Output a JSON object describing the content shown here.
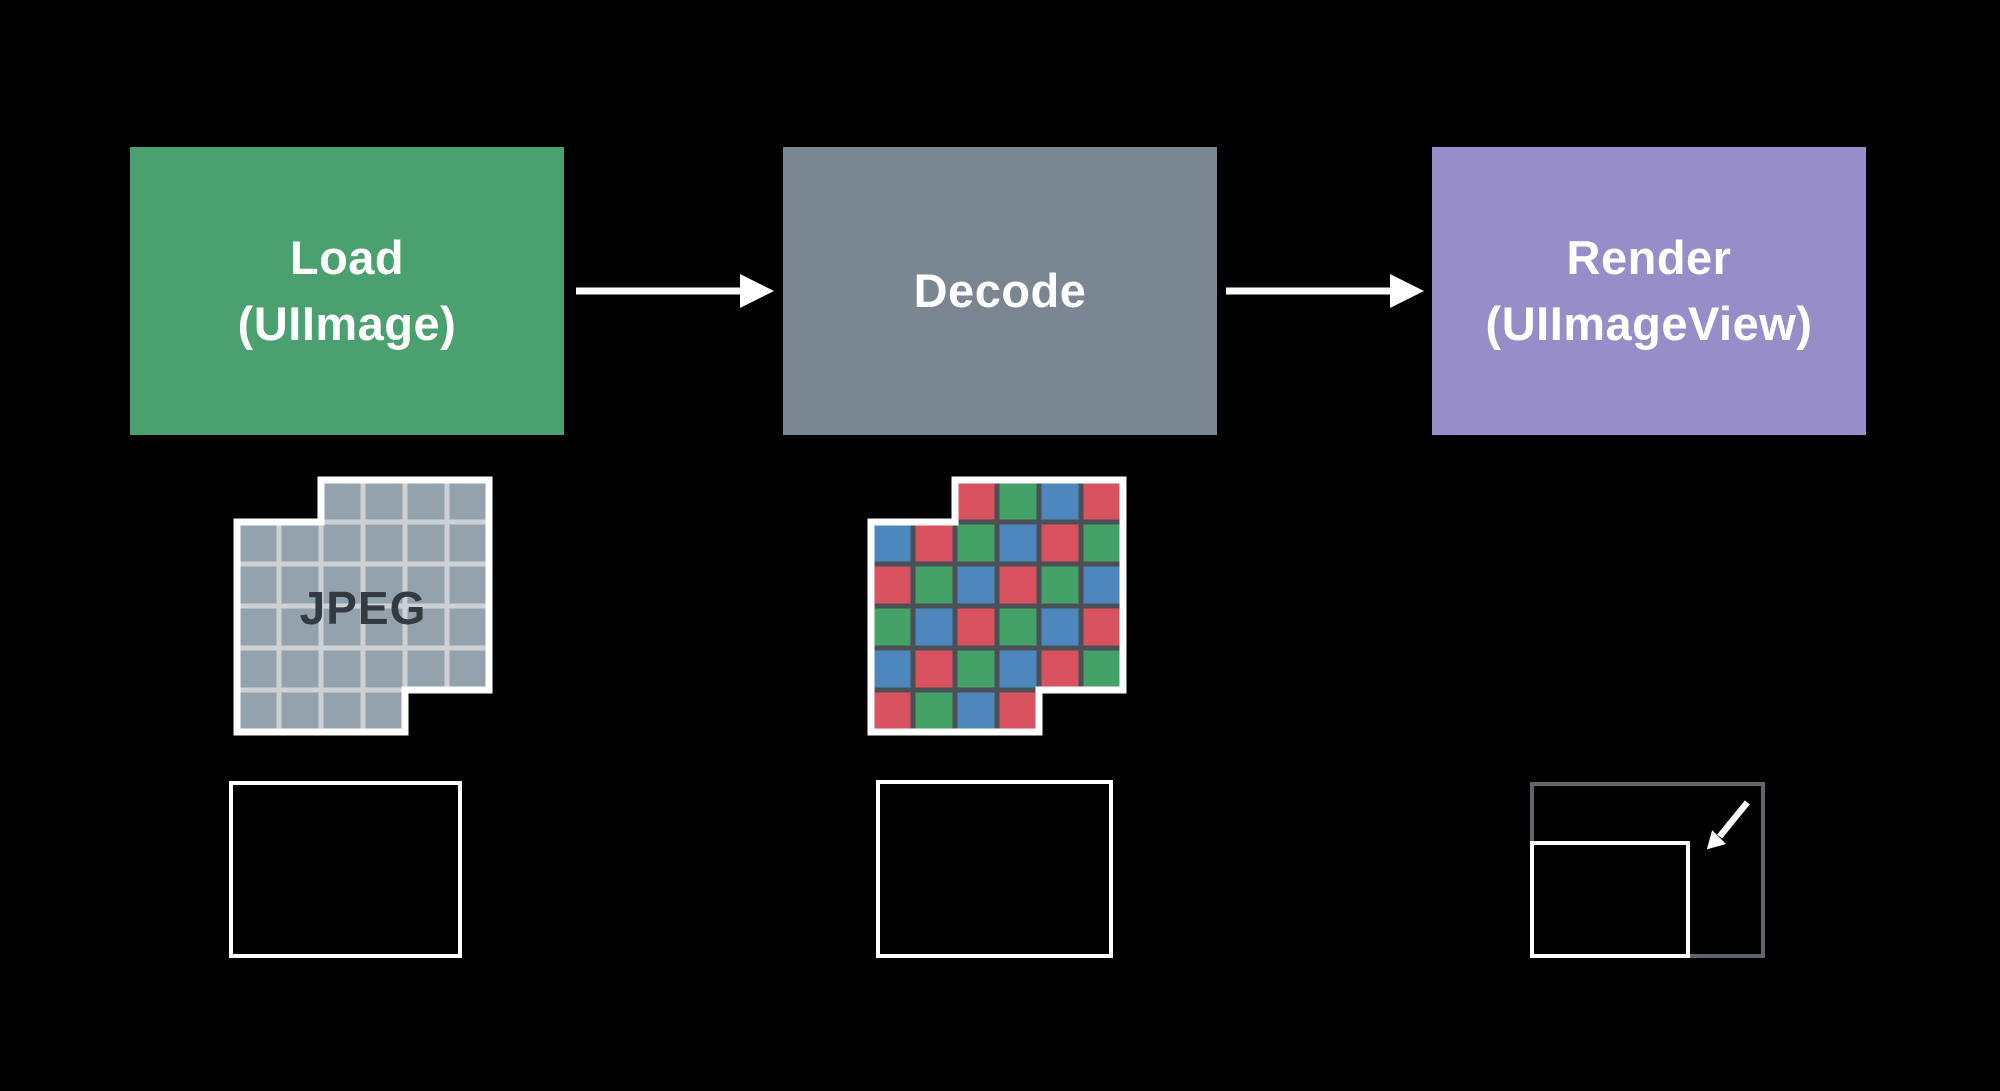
{
  "background_color": "#000000",
  "pipeline": {
    "arrow_color": "#ffffff",
    "stages": [
      {
        "title": "Load",
        "subtitle": "(UIImage)",
        "color": "#4aa06e",
        "text_color": "#ffffff"
      },
      {
        "title": "Decode",
        "subtitle": "",
        "color": "#7a8793",
        "text_color": "#ffffff"
      },
      {
        "title": "Render",
        "subtitle": "(UIImageView)",
        "color": "#978dc9",
        "text_color": "#ffffff"
      }
    ]
  },
  "icons": {
    "jpeg_file": {
      "label": "JPEG",
      "cell_color": "#94a2ad",
      "line_color": "#cdd1d4",
      "border_color": "#ffffff",
      "text_color": "#343a42",
      "rows": [
        [
          "",
          "",
          "X",
          "X",
          "X",
          "X"
        ],
        [
          "X",
          "X",
          "X",
          "X",
          "X",
          "X"
        ],
        [
          "X",
          "X",
          "X",
          "X",
          "X",
          "X"
        ],
        [
          "X",
          "X",
          "X",
          "X",
          "X",
          "X"
        ],
        [
          "X",
          "X",
          "X",
          "X",
          "X",
          "X"
        ],
        [
          "X",
          "X",
          "X",
          "X",
          "",
          ""
        ]
      ]
    },
    "decoded_bitmap": {
      "palette": {
        "R": "#d8525f",
        "G": "#45a266",
        "B": "#4d87bd"
      },
      "line_color": "#4b5056",
      "border_color": "#ffffff",
      "rows": [
        [
          "",
          "",
          "R",
          "G",
          "B",
          "R"
        ],
        [
          "B",
          "R",
          "G",
          "B",
          "R",
          "G"
        ],
        [
          "R",
          "G",
          "B",
          "R",
          "G",
          "B"
        ],
        [
          "G",
          "B",
          "R",
          "G",
          "B",
          "R"
        ],
        [
          "B",
          "R",
          "G",
          "B",
          "R",
          "G"
        ],
        [
          "R",
          "G",
          "B",
          "R",
          "",
          ""
        ]
      ]
    },
    "render_view": {
      "frame_color": "#5e656d",
      "image_color": "#ffffff",
      "arrow_color": "#ffffff"
    },
    "source_rect_color": "#ffffff"
  }
}
